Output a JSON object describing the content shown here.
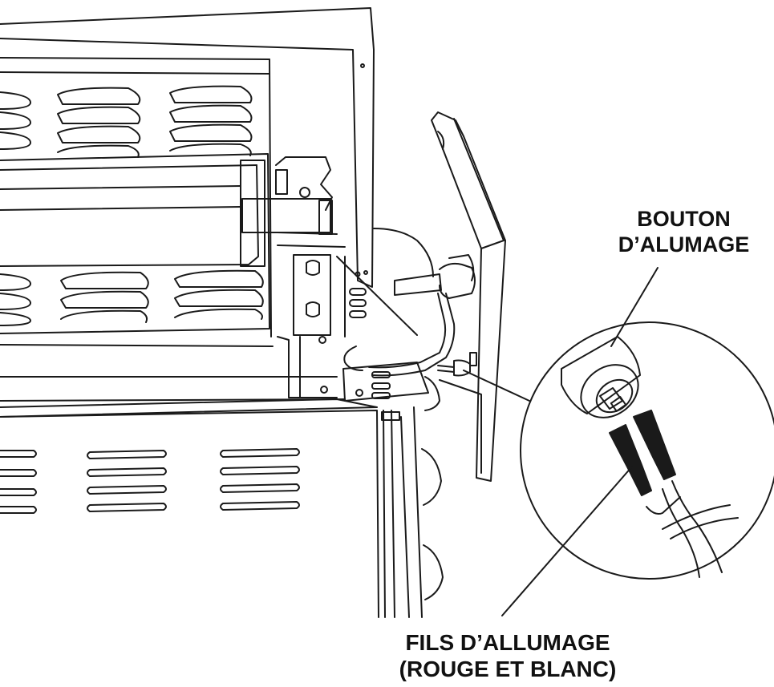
{
  "labels": {
    "ignition_button": {
      "line1": "BOUTON",
      "line2": "D’ALUMAGE"
    },
    "ignition_wires": {
      "line1": "FILS D’ALLUMAGE",
      "line2": "(ROUGE ET BLANC)"
    }
  },
  "colors": {
    "line": "#1a1a1a",
    "fill": "#ffffff",
    "text": "#111111"
  }
}
